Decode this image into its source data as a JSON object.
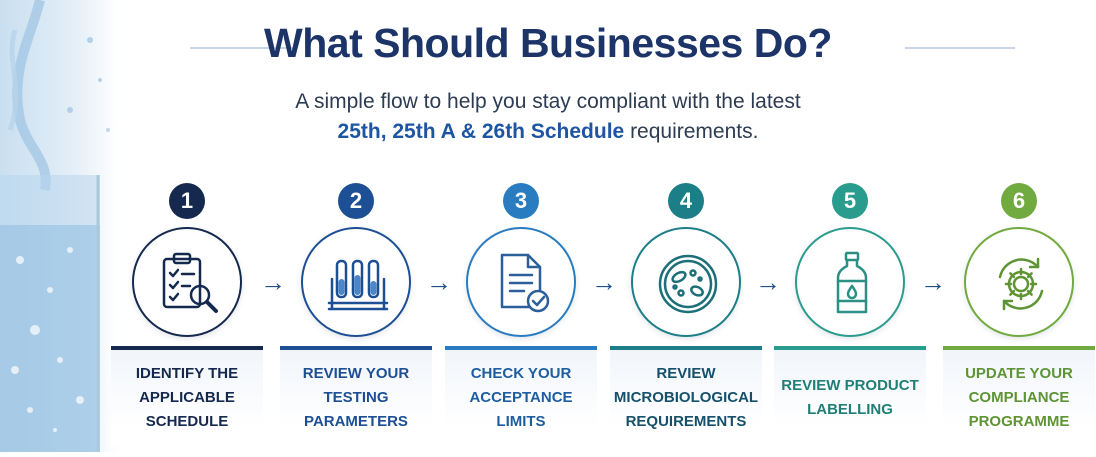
{
  "header": {
    "title": "What Should Businesses Do?",
    "subtitle_line1": "A simple flow to help you stay compliant with the latest",
    "subtitle_highlight": "25th, 25th A & 26th Schedule",
    "subtitle_tail": "requirements."
  },
  "steps": [
    {
      "number": "1",
      "label": "IDENTIFY THE APPLICABLE SCHEDULE",
      "icon": "clipboard-magnifier-icon",
      "color": "#15294f"
    },
    {
      "number": "2",
      "label": "REVIEW YOUR TESTING PARAMETERS",
      "icon": "test-tubes-icon",
      "color": "#1d4f94"
    },
    {
      "number": "3",
      "label": "CHECK YOUR ACCEPTANCE LIMITS",
      "icon": "document-check-icon",
      "color": "#2a7cc0"
    },
    {
      "number": "4",
      "label": "REVIEW MICROBIOLOGICAL REQUIREMENTS",
      "icon": "petri-dish-icon",
      "color": "#1c7e86"
    },
    {
      "number": "5",
      "label": "REVIEW PRODUCT LABELLING",
      "icon": "bottle-icon",
      "color": "#2a9c8e"
    },
    {
      "number": "6",
      "label": "UPDATE YOUR COMPLIANCE PROGRAMME",
      "icon": "gear-cycle-icon",
      "color": "#71aa3f"
    }
  ],
  "arrow_glyph": "→"
}
